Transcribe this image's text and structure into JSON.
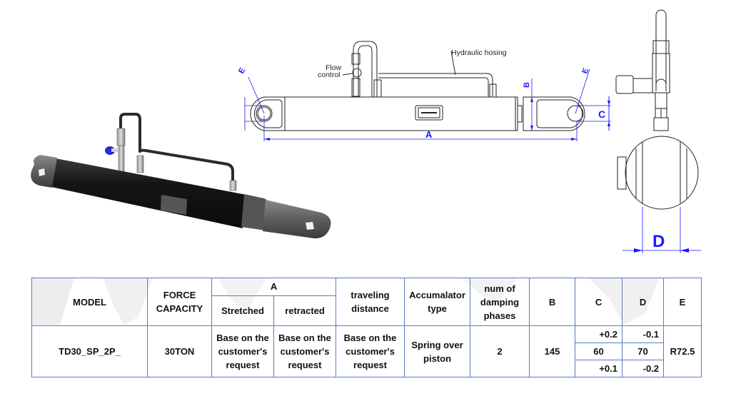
{
  "drawing": {
    "callouts": {
      "flow_control_line1": "Flow",
      "flow_control_line2": "control",
      "hydraulic_hosing": "Hydraulic hosing"
    },
    "dimensions": {
      "A": "A",
      "B": "B",
      "C": "C",
      "D": "D",
      "E_left": "E",
      "E_right": "E"
    },
    "colors": {
      "dimension_line": "#1a1aff",
      "cylinder_body_3d": "#1c1c1c",
      "end_caps_3d": "#6a6a6a",
      "flow_valve_knob": "#2a2ad0",
      "table_border": "#5b7bbf"
    }
  },
  "table": {
    "headers": {
      "model": "MODEL",
      "force_capacity_line1": "FORCE",
      "force_capacity_line2": "CAPACITY",
      "a_group": "A",
      "a_stretched": "Stretched",
      "a_retracted": "retracted",
      "traveling_line1": "traveling",
      "traveling_line2": "distance",
      "accumulator_line1": "Accumalator",
      "accumulator_line2": "type",
      "damping_line1": "num of",
      "damping_line2": "damping",
      "damping_line3": "phases",
      "b": "B",
      "c": "C",
      "d": "D",
      "e": "E"
    },
    "row": {
      "model": "TD30_SP_2P_",
      "force_capacity": "30TON",
      "stretched_line1": "Base on the",
      "stretched_line2": "customer's",
      "stretched_line3": "request",
      "retracted_line1": "Base on the",
      "retracted_line2": "customer's",
      "retracted_line3": "request",
      "traveling_line1": "Base on the",
      "traveling_line2": "customer's",
      "traveling_line3": "request",
      "accumulator_line1": "Spring over",
      "accumulator_line2": "piston",
      "damping_phases": "2",
      "b": "145",
      "c_upper_tol": "+0.2",
      "c_nominal": "60",
      "c_lower_tol": "+0.1",
      "d_upper_tol": "-0.1",
      "d_nominal": "70",
      "d_lower_tol": "-0.2",
      "e": "R72.5"
    }
  }
}
